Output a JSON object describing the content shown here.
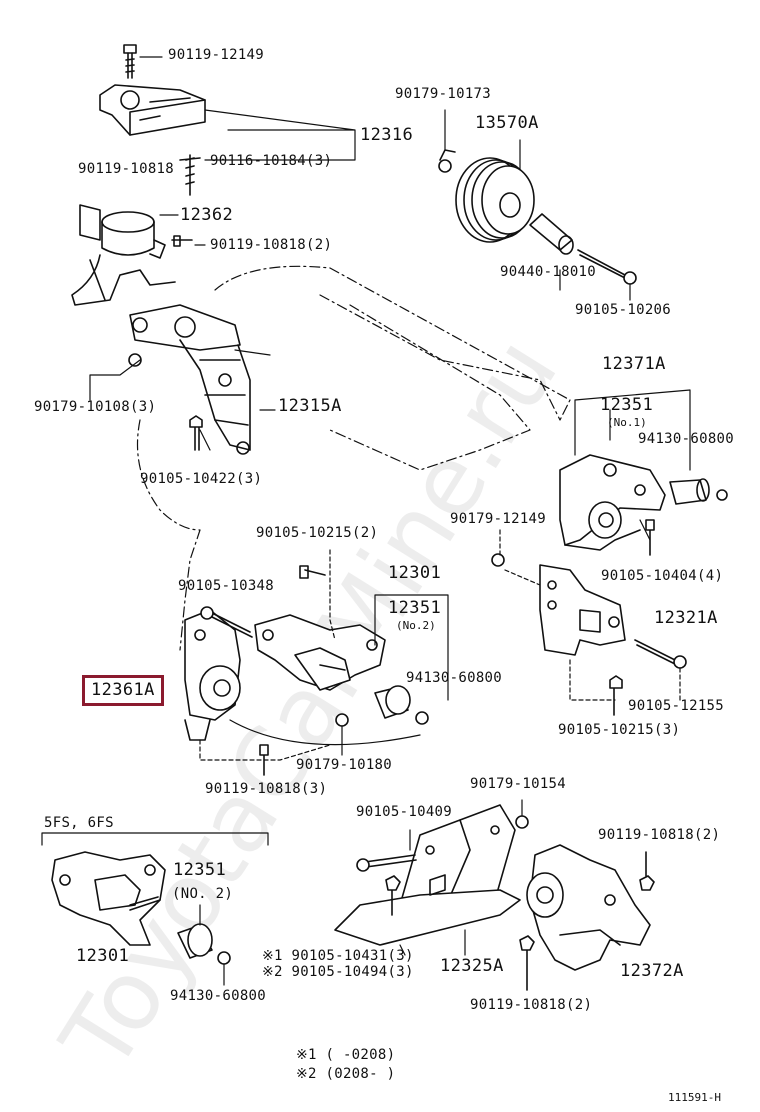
{
  "watermark": "ToyotaCarMine.ru",
  "labels": {
    "p90119_12149": "90119-12149",
    "p12316": "12316",
    "p90119_10818a": "90119-10818",
    "p90116_10184": "90116-10184(3)",
    "p12362": "12362",
    "p90119_10818b": "90119-10818(2)",
    "p90179_10173": "90179-10173",
    "p13570A": "13570A",
    "p90440_18010": "90440-18010",
    "p90105_10206": "90105-10206",
    "p90179_10108": "90179-10108(3)",
    "p12315A": "12315A",
    "p90105_10422": "90105-10422(3)",
    "p12371A": "12371A",
    "p12351a": "12351",
    "p12351a_sub": "(No.1)",
    "p94130_60800a": "94130-60800",
    "p90179_12149": "90179-12149",
    "p90105_10404": "90105-10404(4)",
    "p90105_10215a": "90105-10215(2)",
    "p12301a": "12301",
    "p90105_10348": "90105-10348",
    "p12351b": "12351",
    "p12351b_sub": "(No.2)",
    "p12321A": "12321A",
    "p94130_60800b": "94130-60800",
    "p12361A": "12361A",
    "p90105_12155": "90105-12155",
    "p90105_10215b": "90105-10215(3)",
    "p90179_10180": "90179-10180",
    "p90119_10818c": "90119-10818(3)",
    "p90179_10154": "90179-10154",
    "p5fs": "5FS, 6FS",
    "p90105_10409": "90105-10409",
    "p90119_10818d": "90119-10818(2)",
    "p12351c": "12351",
    "p12351c_sub": "(NO. 2)",
    "p12301b": "12301",
    "p94130_60800c": "94130-60800",
    "p90105_10431": "※1 90105-10431(3)",
    "p90105_10494": "※2 90105-10494(3)",
    "p12325A": "12325A",
    "p12372A": "12372A",
    "p90119_10818e": "90119-10818(2)",
    "note1": "※1 (       -0208)",
    "note2": "※2 (0208-       )",
    "drawing_id": "111591-H"
  },
  "highlight_color": "#8b1a2e"
}
